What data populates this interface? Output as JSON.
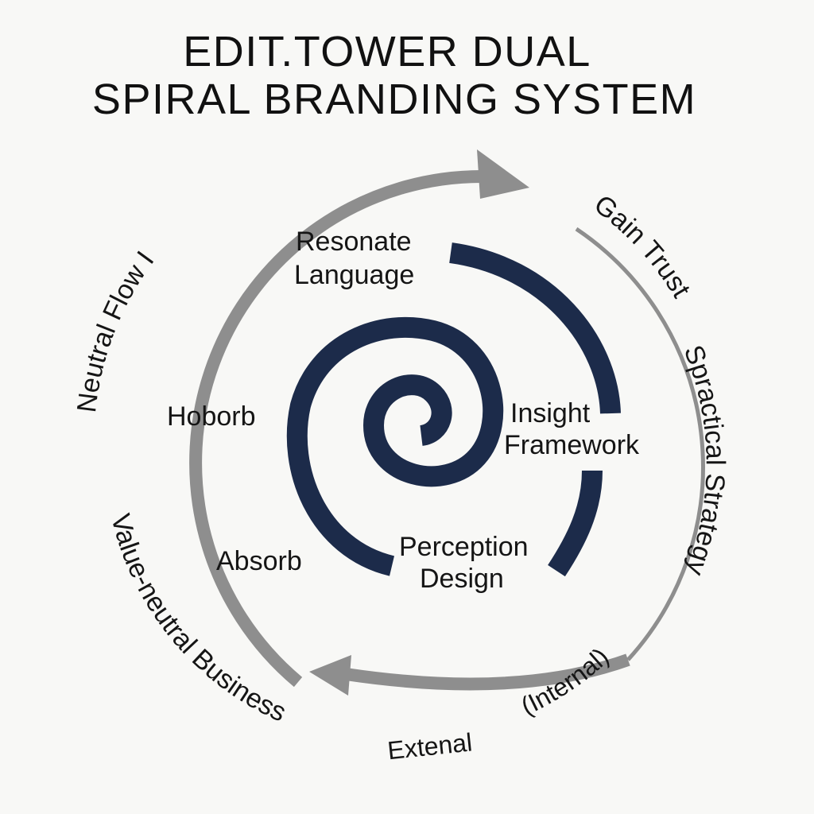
{
  "title": {
    "line1": "EDIT.TOWER DUAL",
    "line2": "SPIRAL BRANDING SYSTEM"
  },
  "inner_labels": {
    "resonate_line1": "Resonate",
    "resonate_line2": "Language",
    "hoborb": "Hoborb",
    "insight_line1": "Insight",
    "insight_line2": "Framework",
    "absorb": "Absorb",
    "perception_line1": "Perception",
    "perception_line2": "Design"
  },
  "outer_labels": {
    "neutral_flow": "Neutral Flow I",
    "value_neutral": "Value-neutral Business",
    "gain_trust": "Gain Trust",
    "spractical": "Spractical Strategy",
    "internal": "(Internal)",
    "external": "Extenal"
  },
  "colors": {
    "background": "#f8f8f6",
    "spiral": "#1c2b4a",
    "outer_arrow": "#8e8e8e",
    "text": "#151515"
  }
}
